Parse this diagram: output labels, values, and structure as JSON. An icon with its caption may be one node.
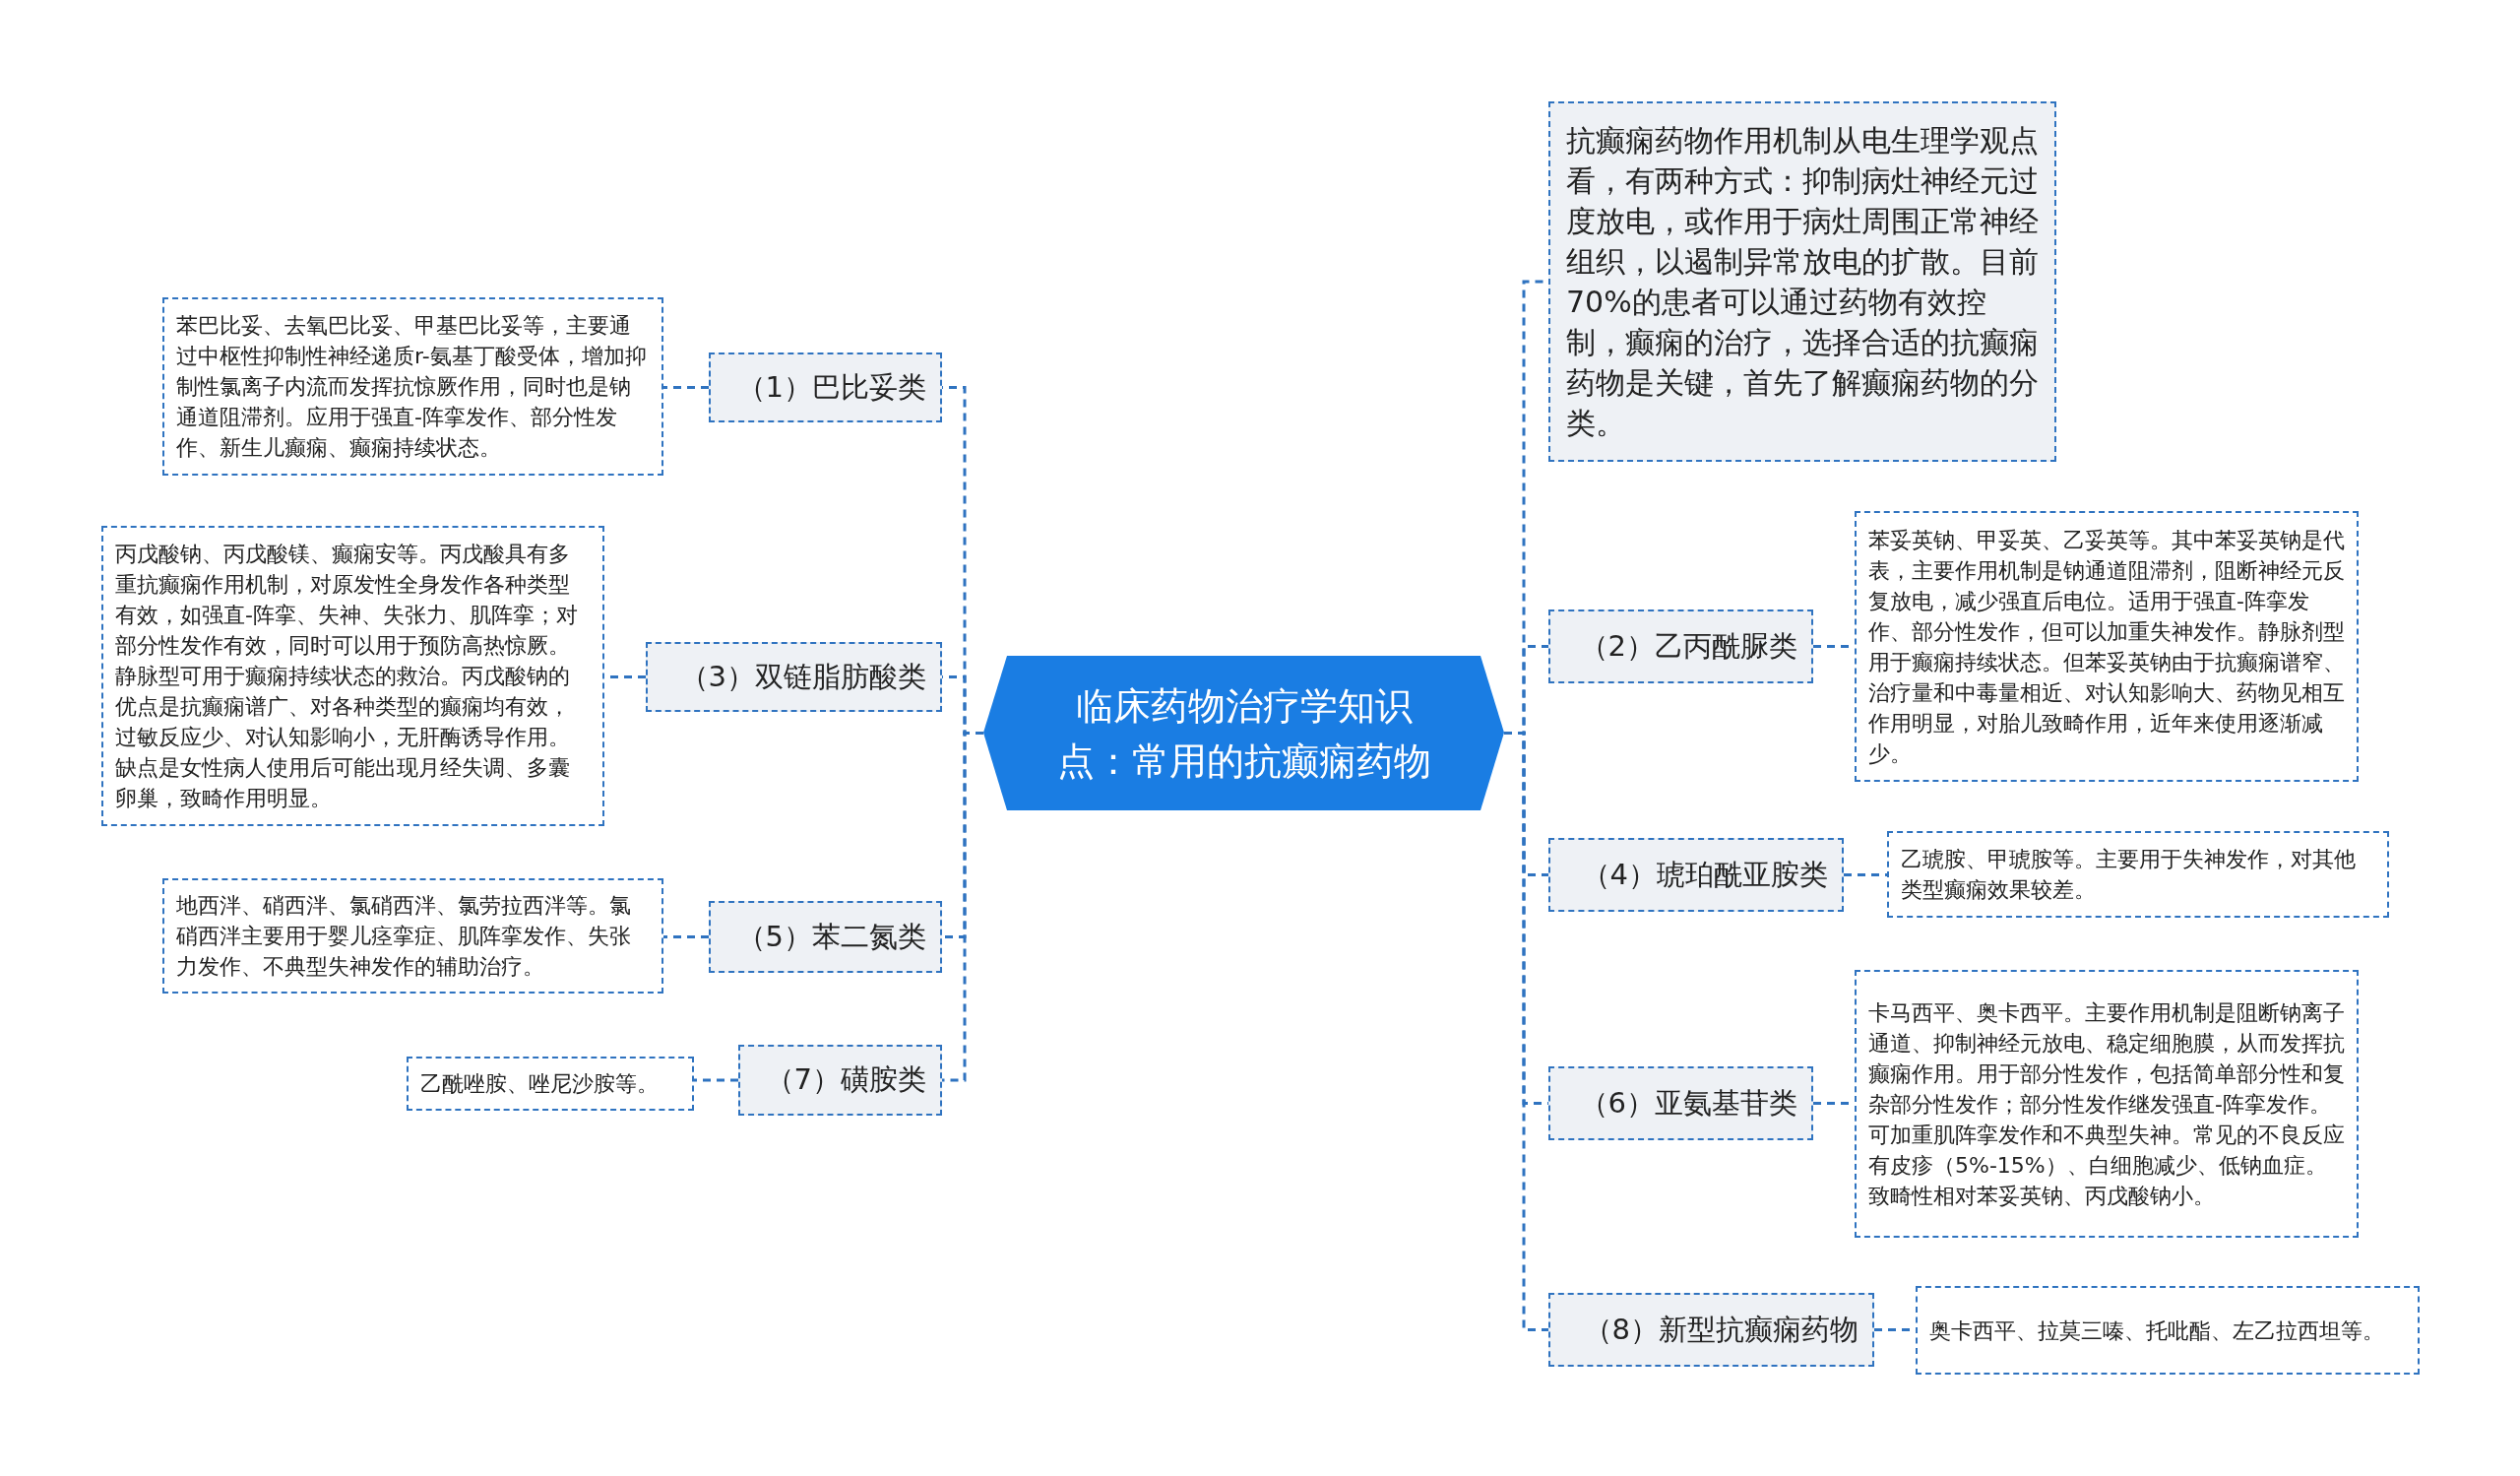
{
  "diagram": {
    "nodes": [
      {
        "text": [
          "临床药物治疗学知识点：常用的抗癫痫药物"
        ]
      },
      {
        "text": [
          "（1）巴比妥类"
        ]
      },
      {
        "text": [
          "苯巴比妥、去氧巴比妥、甲基巴比妥等，主要通过中枢性抑制性神经递质r-氨基丁酸受体，增加抑制性氯离子内流而发挥抗惊厥作用，同时也是钠通道阻滞剂。应用于强直-阵挛发作、部分性发作、新生儿癫痫、癫痫持续状态。"
        ]
      },
      {
        "text": [
          "（3）双链脂肪酸类"
        ]
      },
      {
        "text": [
          "丙戊酸钠、丙戊酸镁、癫痫安等。丙戊酸具有多重抗癫痫作用机制，对原发性全身发作各种类型有效，如强直-阵挛、失神、失张力、肌阵挛；对部分性发作有效，同时可以用于预防高热惊厥。静脉型可用于癫痫持续状态的救治。丙戊酸钠的优点是抗癫痫谱广、对各种类型的癫痫均有效，过敏反应少、对认知影响小，无肝酶诱导作用。缺点是女性病人使用后可能出现月经失调、多囊卵巢，致畸作用明显。"
        ]
      },
      {
        "text": [
          "（5）苯二氮类"
        ]
      },
      {
        "text": [
          "地西泮、硝西泮、氯硝西泮、氯劳拉西泮等。氯硝西泮主要用于婴儿痉挛症、肌阵挛发作、失张力发作、不典型失神发作的辅助治疗。"
        ]
      },
      {
        "text": [
          "（7）磺胺类"
        ]
      },
      {
        "text": [
          "乙酰唑胺、唑尼沙胺等。"
        ]
      },
      {
        "text": [
          "抗癫痫药物作用机制从电生理学观点看，有两种方式：抑制病灶神经元过度放电，或作用于病灶周围正常神经组织，以遏制异常放电的扩散。目前70%的患者可以通过药物有效控制，癫痫的治疗，选择合适的抗癫痫药物是关键，首先了解癫痫药物的分类。"
        ]
      },
      {
        "text": [
          "（2）乙丙酰脲类"
        ]
      },
      {
        "text": [
          "苯妥英钠、甲妥英、乙妥英等。其中苯妥英钠是代表，主要作用机制是钠通道阻滞剂，阻断神经元反复放电，减少强直后电位。适用于强直-阵挛发作、部分性发作，但可以加重失神发作。静脉剂型用于癫痫持续状态。但苯妥英钠由于抗癫痫谱窄、治疗量和中毒量相近、对认知影响大、药物见相互作用明显，对胎儿致畸作用，近年来使用逐渐减少。"
        ]
      },
      {
        "text": [
          "（4）琥珀酰亚胺类"
        ]
      },
      {
        "text": [
          "乙琥胺、甲琥胺等。主要用于失神发作，对其他类型癫痫效果较差。"
        ]
      },
      {
        "text": [
          "（6）亚氨基苷类"
        ]
      },
      {
        "text": [
          "卡马西平、奥卡西平。主要作用机制是阻断钠离子通道、抑制神经元放电、稳定细胞膜，从而发挥抗癫痫作用。用于部分性发作，包括简单部分性和复杂部分性发作；部分性发作继发强直-阵挛发作。可加重肌阵挛发作和不典型失神。常见的不良反应有皮疹（5%-15%）、白细胞减少、低钠血症。致畸性相对苯妥英钠、丙戊酸钠小。"
        ]
      },
      {
        "text": [
          "（8）新型抗癫痫药物"
        ]
      },
      {
        "text": [
          "奥卡西平、拉莫三嗪、托吡酯、左乙拉西坦等。"
        ]
      }
    ],
    "edges": [
      {
        "from": 0,
        "to": 1,
        "arrow": "none"
      },
      {
        "from": 1,
        "to": 2,
        "arrow": "none"
      },
      {
        "from": 0,
        "to": 3,
        "arrow": "none"
      },
      {
        "from": 3,
        "to": 4,
        "arrow": "none"
      },
      {
        "from": 0,
        "to": 5,
        "arrow": "none"
      },
      {
        "from": 5,
        "to": 6,
        "arrow": "none"
      },
      {
        "from": 0,
        "to": 7,
        "arrow": "none"
      },
      {
        "from": 7,
        "to": 8,
        "arrow": "none"
      },
      {
        "from": 0,
        "to": 9,
        "arrow": "none"
      },
      {
        "from": 0,
        "to": 10,
        "arrow": "none"
      },
      {
        "from": 10,
        "to": 11,
        "arrow": "none"
      },
      {
        "from": 0,
        "to": 12,
        "arrow": "none"
      },
      {
        "from": 12,
        "to": 13,
        "arrow": "none"
      },
      {
        "from": 0,
        "to": 14,
        "arrow": "none"
      },
      {
        "from": 14,
        "to": 15,
        "arrow": "none"
      },
      {
        "from": 0,
        "to": 16,
        "arrow": "none"
      },
      {
        "from": 16,
        "to": 17,
        "arrow": "none"
      }
    ]
  }
}
